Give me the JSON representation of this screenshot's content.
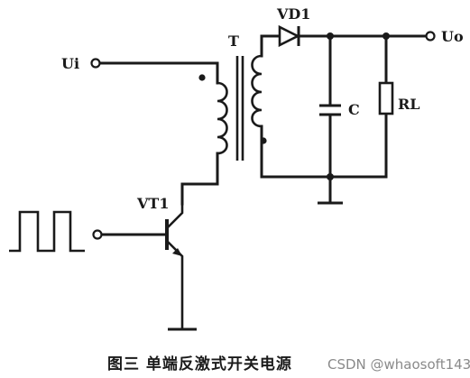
{
  "labels": {
    "input": "Ui",
    "output": "Uo",
    "transformer": "T",
    "diode": "VD1",
    "capacitor": "C",
    "resistor": "RL",
    "transistor": "VT1"
  },
  "caption": "图三 单端反激式开关电源",
  "watermark": "CSDN @whaosoft143",
  "colors": {
    "ink": "#1a1a1a",
    "watermark": "#8a8a8a",
    "background": "#ffffff"
  }
}
